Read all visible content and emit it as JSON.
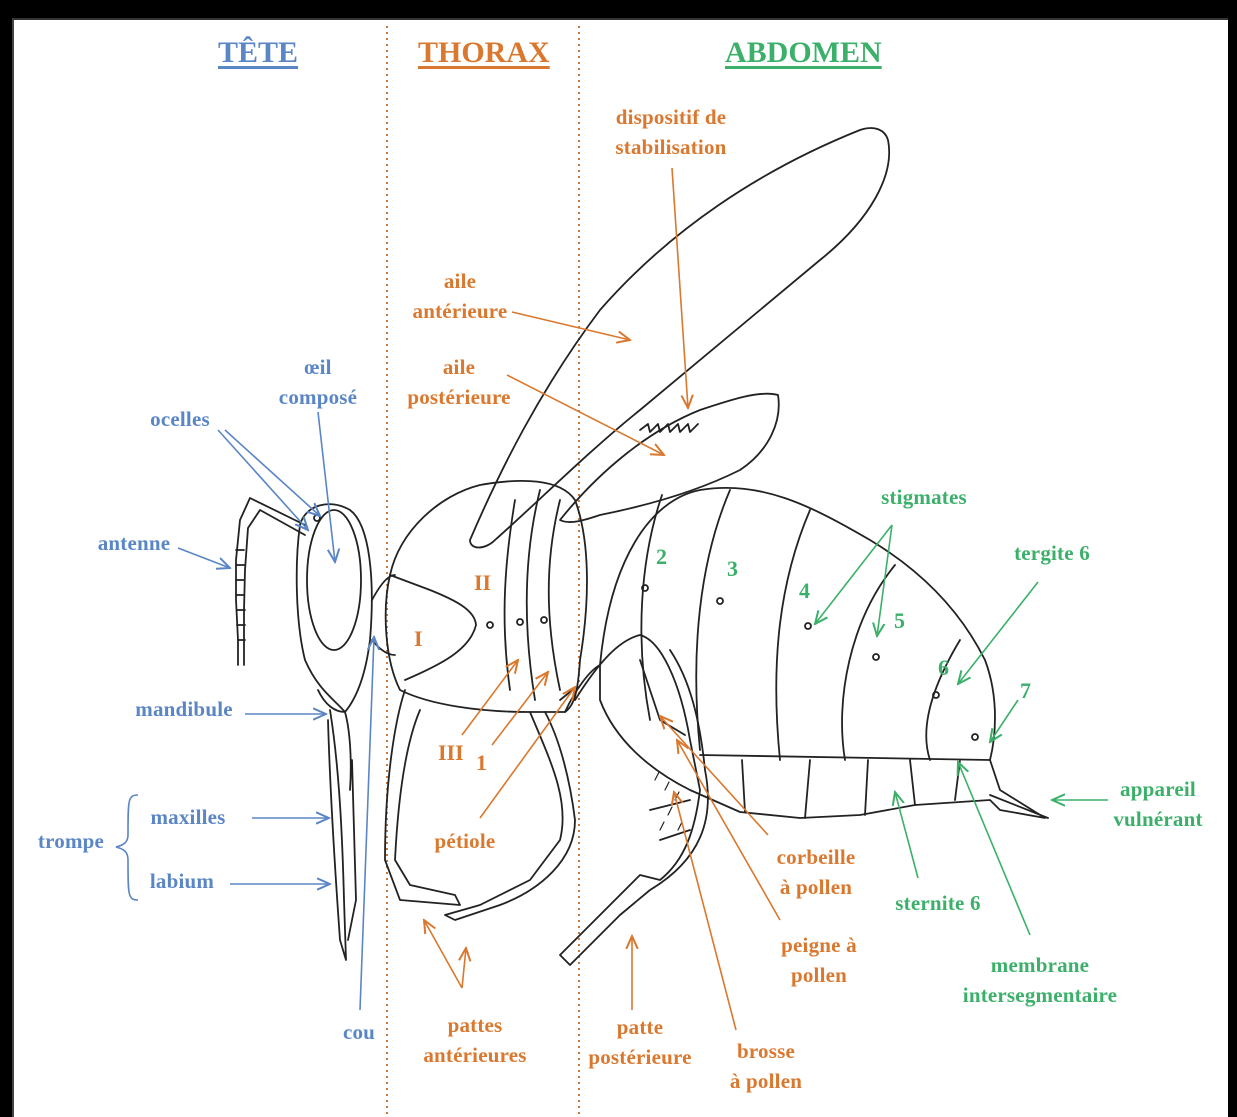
{
  "colors": {
    "tete": "#5b86c6",
    "thorax": "#d9782e",
    "abdomen": "#3cb06a",
    "outline": "#222222"
  },
  "headers": {
    "tete": "TÊTE",
    "thorax": "THORAX",
    "abdomen": "ABDOMEN"
  },
  "tete_labels": {
    "oeil": "œil\ncomposé",
    "ocelles": "ocelles",
    "antenne": "antenne",
    "mandibule": "mandibule",
    "trompe": "trompe",
    "maxilles": "maxilles",
    "labium": "labium",
    "cou": "cou"
  },
  "thorax_labels": {
    "dispositif": "dispositif  de\nstabilisation",
    "aile_ant": "aile\nantérieure",
    "aile_post": "aile\npostérieure",
    "petiole": "pétiole",
    "pattes_ant": "pattes\nantérieures",
    "patte_post": "patte\npostérieure",
    "corbeille": "corbeille\nà pollen",
    "peigne": "peigne  à\npollen",
    "brosse": "brosse\nà pollen",
    "seg_I": "I",
    "seg_II": "II",
    "seg_III": "III",
    "seg_1": "1"
  },
  "abdomen_labels": {
    "stigmates": "stigmates",
    "tergite": "tergite  6",
    "appareil": "appareil\nvulnérant",
    "sternite": "sternite  6",
    "membrane": "membrane\nintersegmentaire",
    "n2": "2",
    "n3": "3",
    "n4": "4",
    "n5": "5",
    "n6": "6",
    "n7": "7"
  }
}
